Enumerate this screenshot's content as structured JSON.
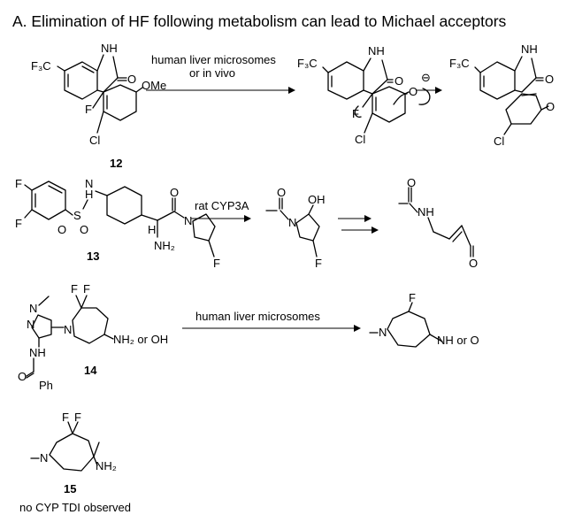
{
  "title": "A. Elimination of HF following metabolism can lead to Michael acceptors",
  "reactions": [
    {
      "conditions_line1": "human liver microsomes",
      "conditions_line2": "or in vivo"
    },
    {
      "conditions_line1": "rat CYP3A"
    },
    {
      "conditions_line1": "human liver microsomes"
    }
  ],
  "compounds": [
    {
      "number": "12"
    },
    {
      "number": "13"
    },
    {
      "number": "14"
    },
    {
      "number": "15",
      "note": "no CYP TDI observed"
    }
  ],
  "atom_labels": {
    "f3c": "F₃C",
    "f": "F",
    "nh": "NH",
    "h": "H",
    "o": "O",
    "ome": "OMe",
    "cl": "Cl",
    "n": "N",
    "s": "S",
    "oh": "OH",
    "nh2": "NH₂",
    "nh2_or_oh": "NH₂ or OH",
    "nh_or_o": "NH or O",
    "ph": "Ph",
    "anion": "⊖"
  }
}
